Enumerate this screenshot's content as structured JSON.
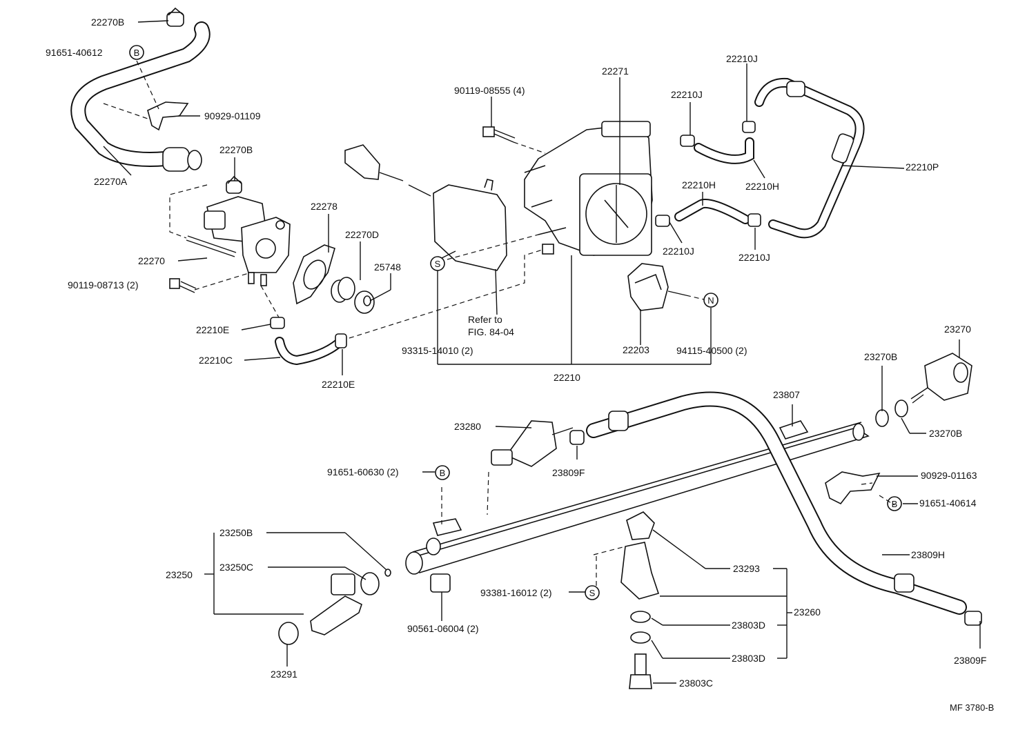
{
  "labels": {
    "l22270B_top": "22270B",
    "l91651_40612": "91651-40612",
    "l90929_01109": "90929-01109",
    "l22270A": "22270A",
    "l22270B_mid": "22270B",
    "l22270": "22270",
    "l90119_08713": "90119-08713 (2)",
    "l22210E_a": "22210E",
    "l22210C": "22210C",
    "l22210E_b": "22210E",
    "l22278": "22278",
    "l22270D": "22270D",
    "l25748": "25748",
    "l90119_08555": "90119-08555 (4)",
    "l22271": "22271",
    "l93315_14010": "93315-14010 (2)",
    "l22210": "22210",
    "l22203": "22203",
    "l94115_40500": "94115-40500 (2)",
    "l22210J_a": "22210J",
    "l22210J_b": "22210J",
    "l22210H_a": "22210H",
    "l22210H_b": "22210H",
    "l22210P": "22210P",
    "l22210J_c": "22210J",
    "l22210J_d": "22210J",
    "l23270": "23270",
    "l23270B_a": "23270B",
    "l23270B_b": "23270B",
    "l23807": "23807",
    "l23280": "23280",
    "l23809F_a": "23809F",
    "l91651_60630": "91651-60630 (2)",
    "l90929_01163": "90929-01163",
    "l91651_40614": "91651-40614",
    "l23250B": "23250B",
    "l23250C": "23250C",
    "l23250": "23250",
    "l23291": "23291",
    "l90561_06004": "90561-06004 (2)",
    "l93381_16012": "93381-16012 (2)",
    "l23293": "23293",
    "l23260": "23260",
    "l23803D_a": "23803D",
    "l23803D_b": "23803D",
    "l23803C": "23803C",
    "l23809H": "23809H",
    "l23809F_b": "23809F",
    "refer_line1": "Refer to",
    "refer_line2": "FIG. 84-04",
    "figure_code": "MF  3780-B"
  },
  "symbols": {
    "B": "B",
    "S": "S",
    "N": "N"
  }
}
